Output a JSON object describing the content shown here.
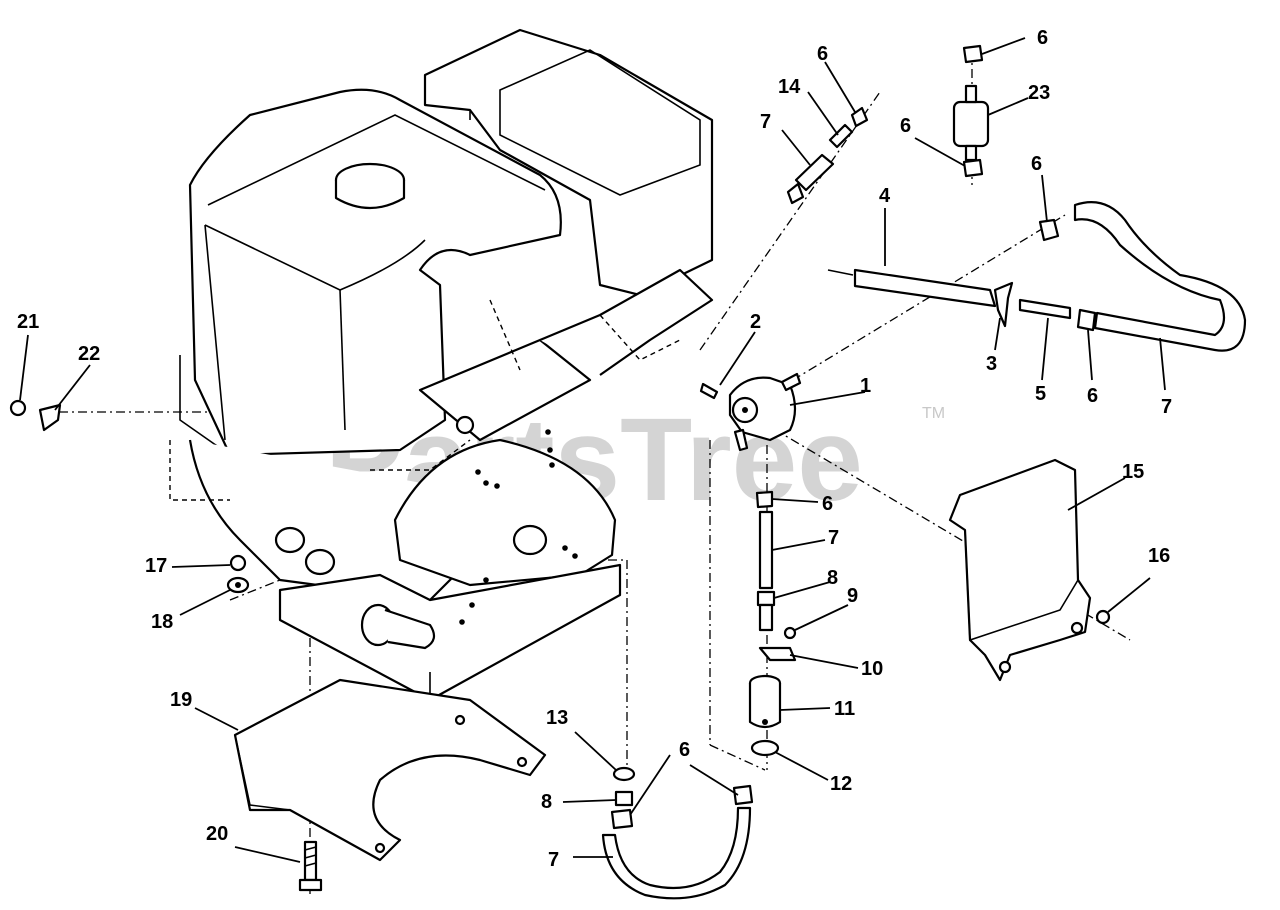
{
  "watermark": {
    "text": "PartsTree",
    "tm": "TM"
  },
  "callouts": [
    {
      "id": "c1",
      "label": "1"
    },
    {
      "id": "c2",
      "label": "2"
    },
    {
      "id": "c3",
      "label": "3"
    },
    {
      "id": "c4",
      "label": "4"
    },
    {
      "id": "c5",
      "label": "5"
    },
    {
      "id": "c6a",
      "label": "6"
    },
    {
      "id": "c6b",
      "label": "6"
    },
    {
      "id": "c6c",
      "label": "6"
    },
    {
      "id": "c6d",
      "label": "6"
    },
    {
      "id": "c6e",
      "label": "6"
    },
    {
      "id": "c6f",
      "label": "6"
    },
    {
      "id": "c6g",
      "label": "6"
    },
    {
      "id": "c7a",
      "label": "7"
    },
    {
      "id": "c7b",
      "label": "7"
    },
    {
      "id": "c7c",
      "label": "7"
    },
    {
      "id": "c7d",
      "label": "7"
    },
    {
      "id": "c8a",
      "label": "8"
    },
    {
      "id": "c8b",
      "label": "8"
    },
    {
      "id": "c9",
      "label": "9"
    },
    {
      "id": "c10",
      "label": "10"
    },
    {
      "id": "c11",
      "label": "11"
    },
    {
      "id": "c12",
      "label": "12"
    },
    {
      "id": "c13",
      "label": "13"
    },
    {
      "id": "c14",
      "label": "14"
    },
    {
      "id": "c15",
      "label": "15"
    },
    {
      "id": "c16",
      "label": "16"
    },
    {
      "id": "c17",
      "label": "17"
    },
    {
      "id": "c18",
      "label": "18"
    },
    {
      "id": "c19",
      "label": "19"
    },
    {
      "id": "c20",
      "label": "20"
    },
    {
      "id": "c21",
      "label": "21"
    },
    {
      "id": "c22",
      "label": "22"
    },
    {
      "id": "c23",
      "label": "23"
    }
  ]
}
